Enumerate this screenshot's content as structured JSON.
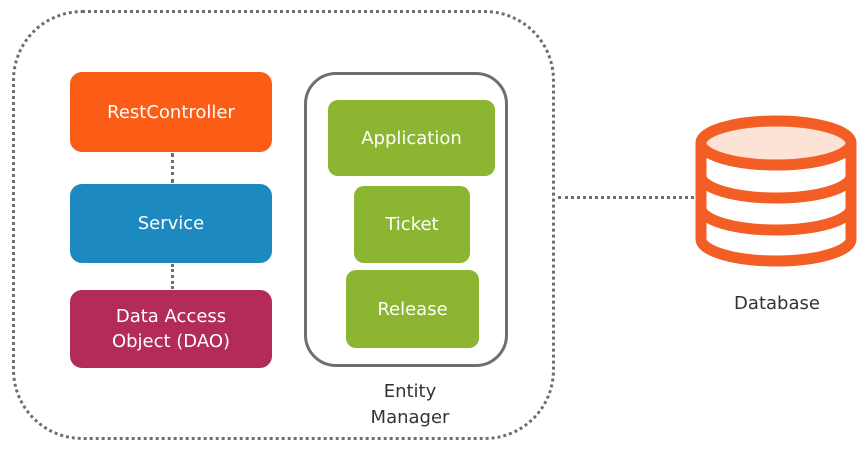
{
  "layers": {
    "rest_controller": "RestController",
    "service": "Service",
    "dao": "Data Access\nObject (DAO)"
  },
  "entities": {
    "application": "Application",
    "ticket": "Ticket",
    "release": "Release"
  },
  "entity_manager_label": "Entity\nManager",
  "database_label": "Database",
  "icons": {
    "database": "database-icon"
  },
  "colors": {
    "rest_controller": "#fb5c16",
    "service": "#1c8ac0",
    "dao": "#b22b5a",
    "entity": "#8cb631",
    "database": "#f25e24",
    "database_fill": "#fde3d6"
  }
}
